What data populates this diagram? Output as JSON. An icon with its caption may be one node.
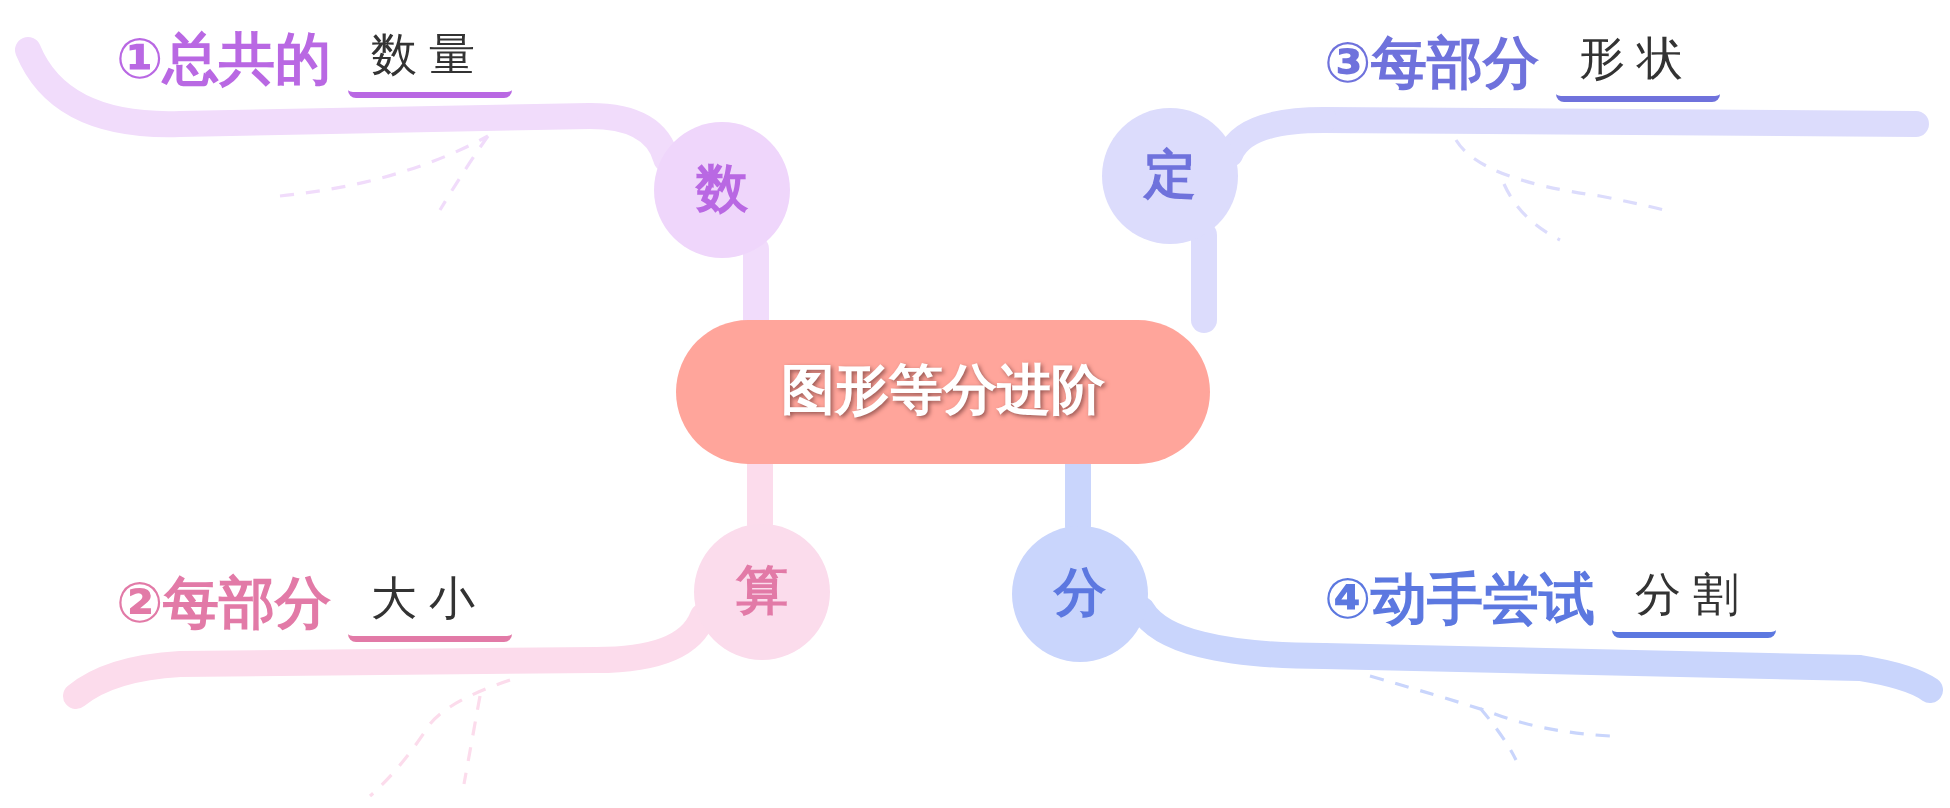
{
  "diagram": {
    "nodes": [
      {
        "text": [
          "图形等分进阶"
        ]
      },
      {
        "text": [
          "数"
        ]
      },
      {
        "text": [
          "定"
        ]
      },
      {
        "text": [
          "算"
        ]
      },
      {
        "text": [
          "分"
        ]
      },
      {
        "text": [
          "①总共的",
          "数量"
        ]
      },
      {
        "text": [
          "③每部分",
          "形状"
        ]
      },
      {
        "text": [
          "②每部分",
          "大小"
        ]
      },
      {
        "text": [
          "④动手尝试",
          "分割"
        ]
      }
    ],
    "edges": [
      {
        "from": 0,
        "to": 1,
        "arrow": "none",
        "color": "#f1dcfb"
      },
      {
        "from": 1,
        "to": 5,
        "arrow": "none",
        "color": "#f1dcfb"
      },
      {
        "from": 0,
        "to": 2,
        "arrow": "none",
        "color": "#dcdcfc"
      },
      {
        "from": 2,
        "to": 6,
        "arrow": "none",
        "color": "#dcdcfc"
      },
      {
        "from": 0,
        "to": 3,
        "arrow": "none",
        "color": "#fcdcec"
      },
      {
        "from": 3,
        "to": 7,
        "arrow": "none",
        "color": "#fcdcec"
      },
      {
        "from": 0,
        "to": 4,
        "arrow": "none",
        "color": "#c9d5fc"
      },
      {
        "from": 4,
        "to": 8,
        "arrow": "none",
        "color": "#c9d5fc"
      }
    ]
  }
}
